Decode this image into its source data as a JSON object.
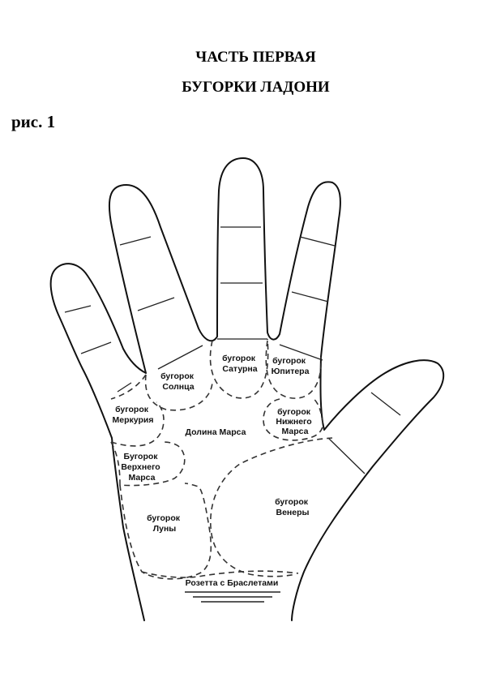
{
  "header": {
    "part_title": "ЧАСТЬ ПЕРВАЯ",
    "section_title": "БУГОРКИ ЛАДОНИ",
    "figure_label": "рис. 1"
  },
  "mounts": {
    "saturn": [
      "бугорок",
      "Сатурна"
    ],
    "jupiter": [
      "бугорок",
      "Юпитера"
    ],
    "sun": [
      "бугорок",
      "Солнца"
    ],
    "mercury": [
      "бугорок",
      "Меркурия"
    ],
    "lower_mars": [
      "бугорок",
      "Нижнего",
      "Марса"
    ],
    "mars_valley": [
      "Долина Марса"
    ],
    "upper_mars": [
      "Бугорок",
      "Верхнего",
      "Марса"
    ],
    "moon": [
      "бугорок",
      "Луны"
    ],
    "venus": [
      "бугорок",
      "Венеры"
    ],
    "bracelet_rosette": [
      "Розетта с Браслетами"
    ]
  }
}
